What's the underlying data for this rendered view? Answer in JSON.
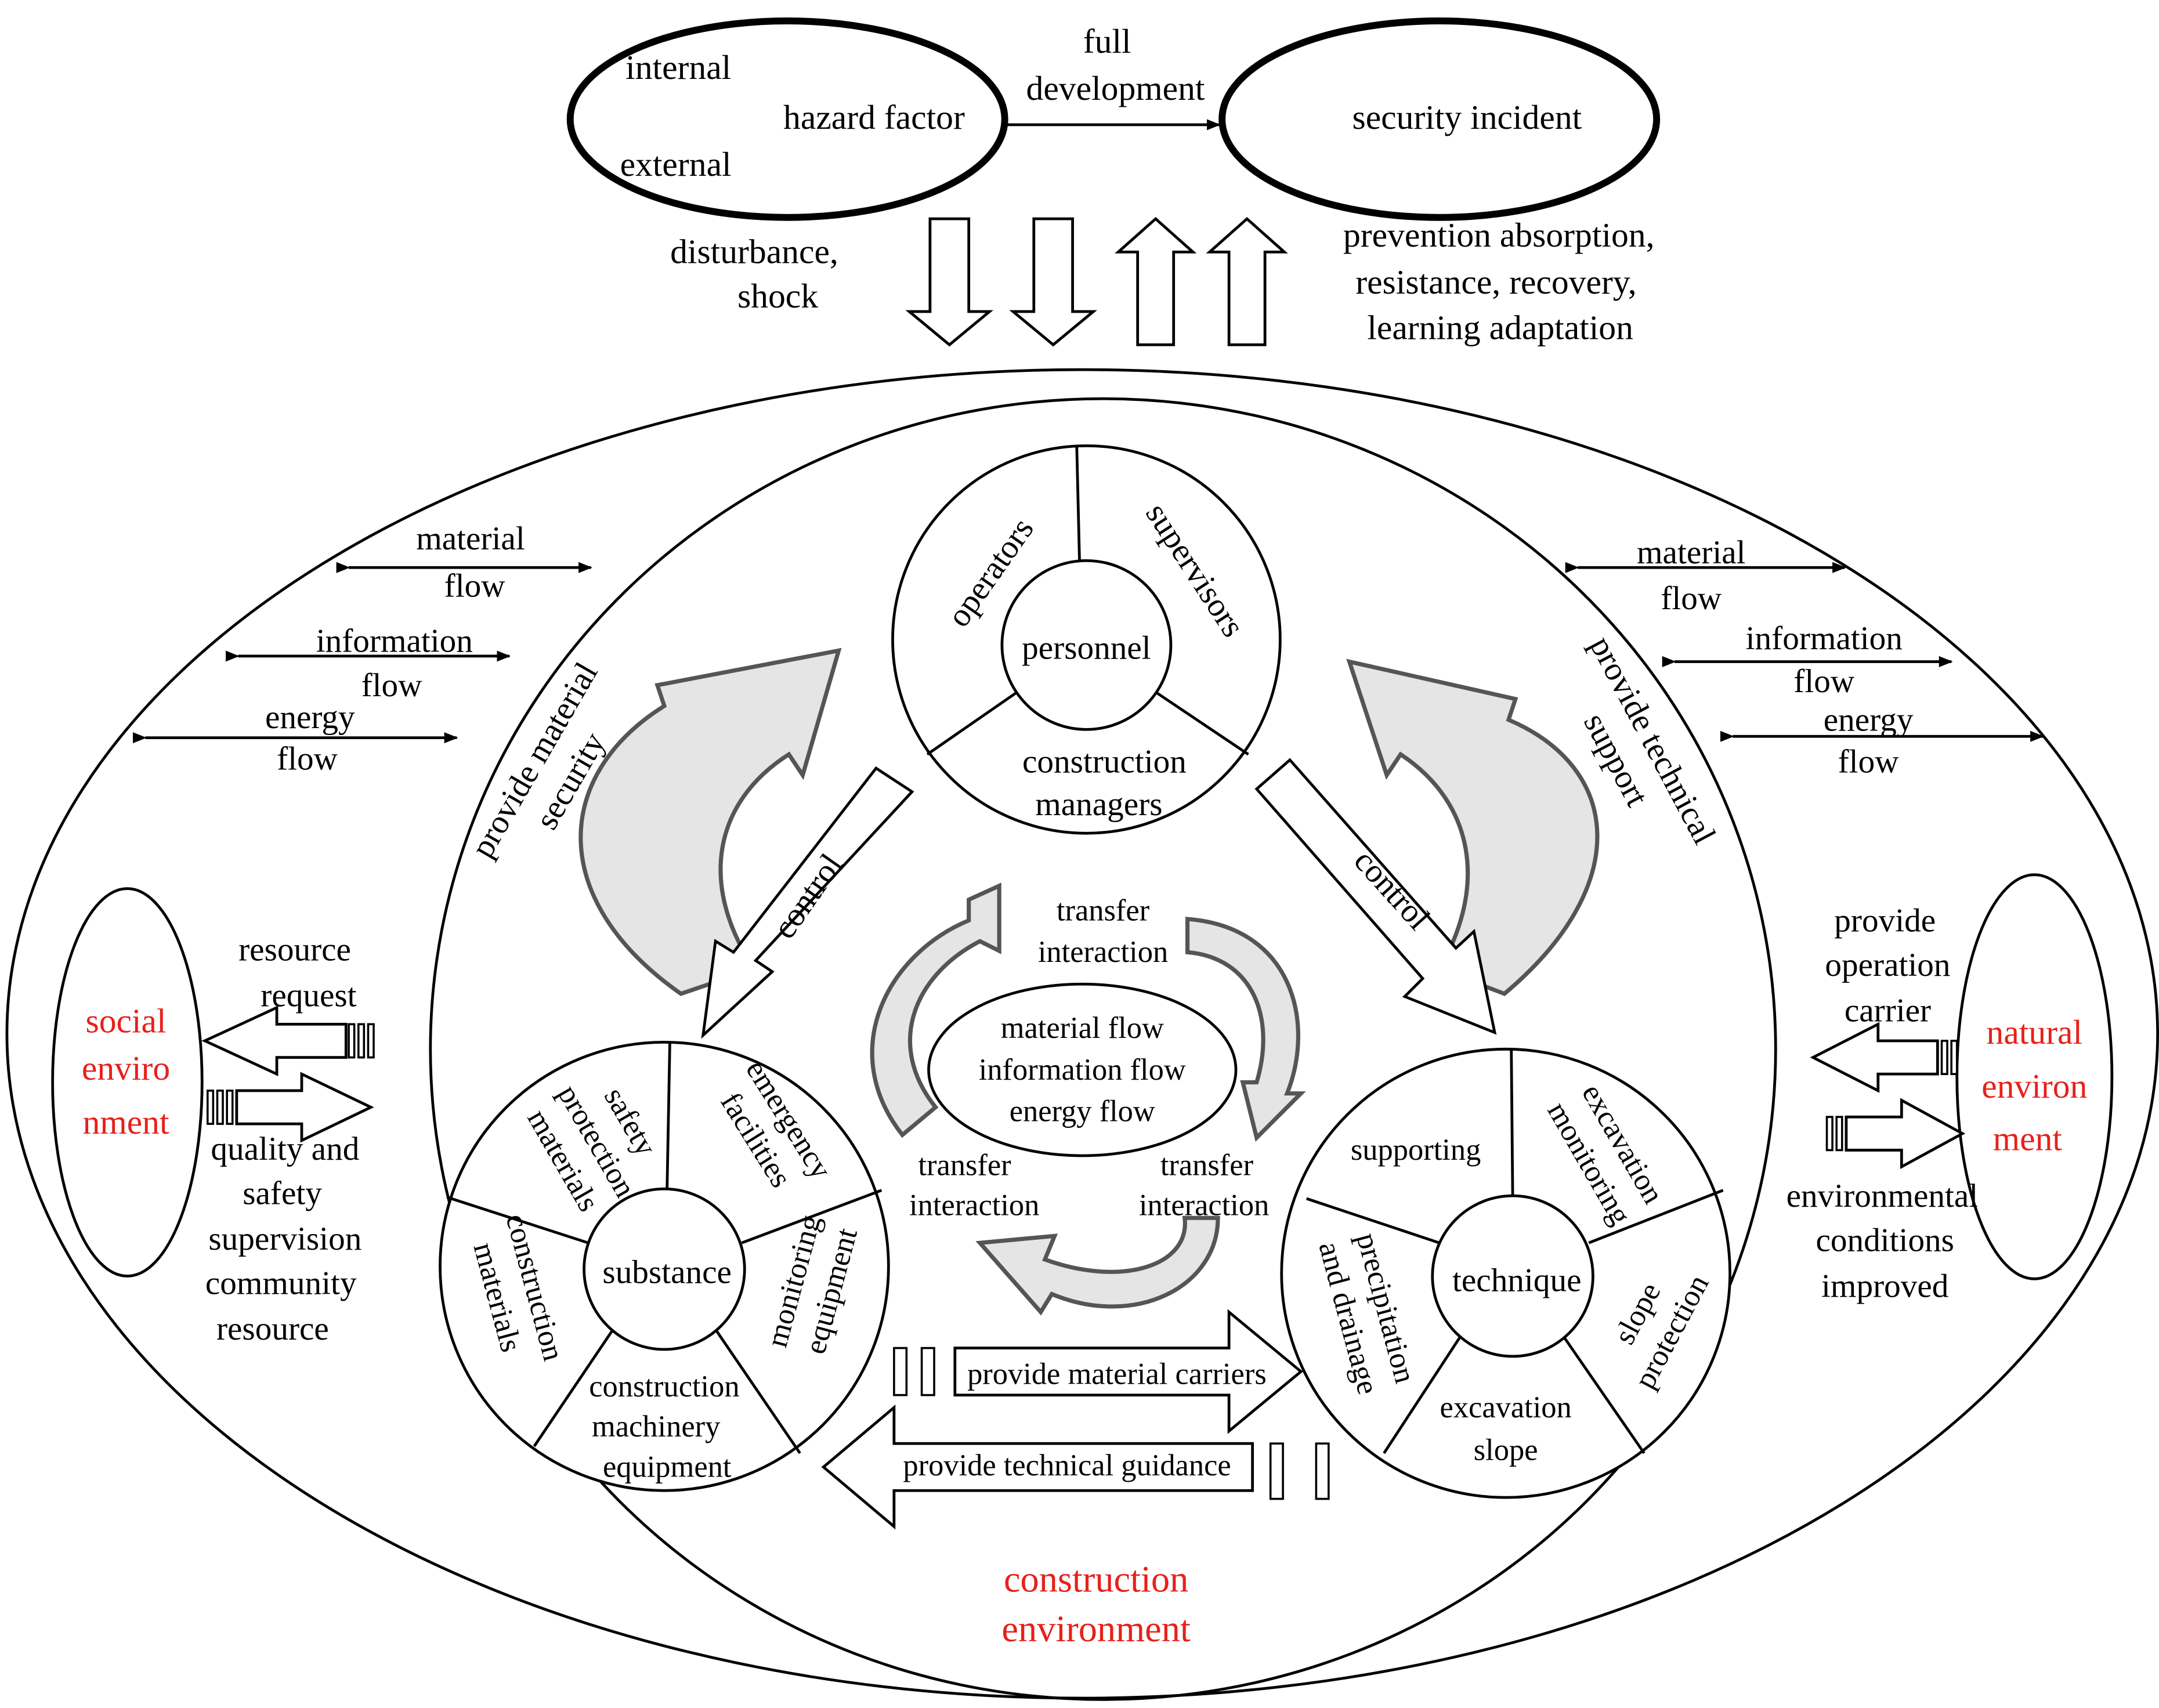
{
  "hazard": {
    "internal": "internal",
    "external": "external",
    "factor": "hazard factor",
    "development": [
      "full",
      "development"
    ],
    "incident": "security incident"
  },
  "impacts": {
    "disturbance": [
      "disturbance,",
      "shock"
    ],
    "response": [
      "prevention absorption,",
      "resistance, recovery,",
      "learning adaptation"
    ]
  },
  "flows_left": {
    "material": [
      "material",
      "flow"
    ],
    "information": [
      "information",
      "flow"
    ],
    "energy": [
      "energy",
      "flow"
    ]
  },
  "flows_right": {
    "material": [
      "material",
      "flow"
    ],
    "information": [
      "information",
      "flow"
    ],
    "energy": [
      "energy",
      "flow"
    ]
  },
  "environments": {
    "social": [
      "social",
      "enviro",
      "nment"
    ],
    "natural": [
      "natural",
      "environ",
      "ment"
    ],
    "construction": [
      "construction",
      "environment"
    ],
    "colors": {
      "environment_label": "#e8201a"
    }
  },
  "exchanges": {
    "resource_request": [
      "resource",
      "request"
    ],
    "social_supply": [
      "quality and",
      "safety",
      "supervision",
      "community",
      "resource"
    ],
    "operation_carrier": [
      "provide",
      "operation",
      "carrier"
    ],
    "conditions_improved": [
      "environmental",
      "conditions",
      "improved"
    ]
  },
  "relations": {
    "material_security": [
      "provide material",
      "security"
    ],
    "technical_support": [
      "provide technical",
      "support"
    ],
    "control_left": "control",
    "control_right": "control",
    "material_carriers": "provide material carriers",
    "technical_guidance": "provide technical guidance"
  },
  "personnel": {
    "center": "personnel",
    "operators": "operators",
    "supervisors": "supervisors",
    "managers": [
      "construction",
      "managers"
    ]
  },
  "substance": {
    "center": "substance",
    "safety": [
      "safety",
      "protection",
      "materials"
    ],
    "emergency": [
      "emergency",
      "facilities"
    ],
    "monitoring": [
      "monitoring",
      "equipment"
    ],
    "machinery": [
      "construction",
      "machinery",
      "equipment"
    ],
    "materials": [
      "construction",
      "materials"
    ]
  },
  "technique": {
    "center": "technique",
    "supporting": "supporting",
    "excavation_monitoring": [
      "excavation",
      "monitoring"
    ],
    "slope_protection": [
      "slope",
      "protection"
    ],
    "excavation_slope": [
      "excavation",
      "slope"
    ],
    "precipitation": [
      "precipitation",
      "and drainage"
    ]
  },
  "core": {
    "flows": [
      "material flow",
      "information flow",
      "energy flow"
    ],
    "transfer_top": [
      "transfer",
      "interaction"
    ],
    "transfer_left": [
      "transfer",
      "interaction"
    ],
    "transfer_right": [
      "transfer",
      "interaction"
    ]
  }
}
